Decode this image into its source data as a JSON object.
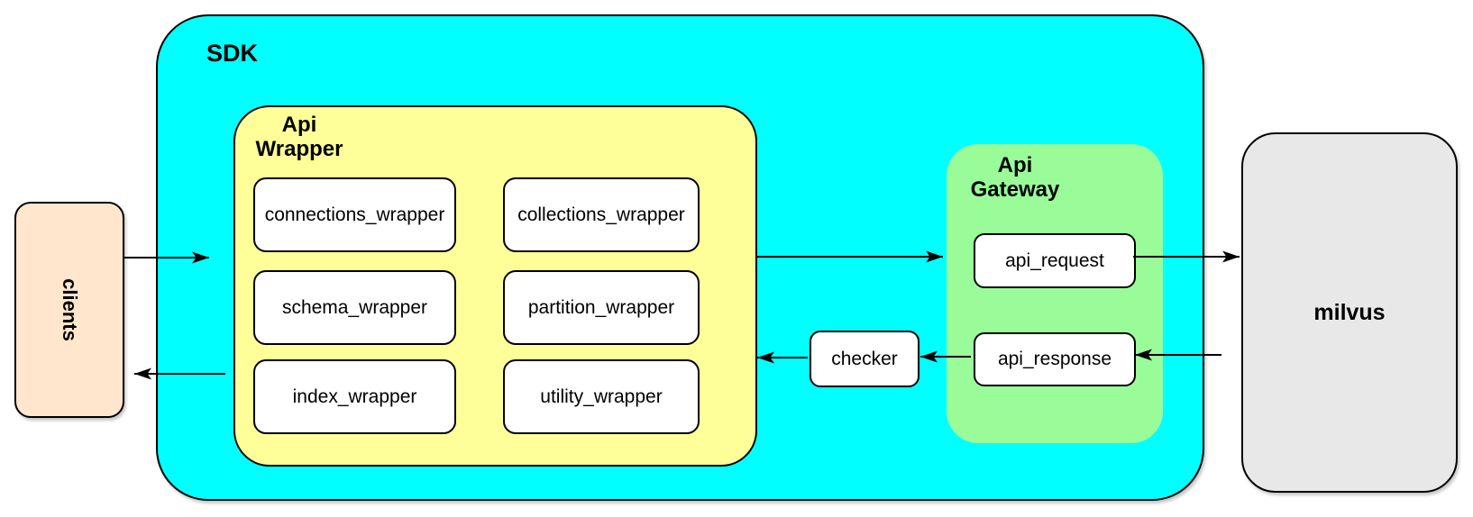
{
  "colors": {
    "page_bg": "#ffffff",
    "sdk_fill": "#00ffff",
    "wrapper_fill": "#ffff99",
    "gateway_fill": "#99fc99",
    "clients_fill": "#ffe6cc",
    "milvus_fill": "#e8e8e8",
    "box_fill": "#ffffff",
    "stroke": "#000000"
  },
  "nodes": {
    "clients": {
      "label": "clients"
    },
    "sdk": {
      "label": "SDK"
    },
    "api_wrapper": {
      "label": "Api Wrapper",
      "items": [
        "connections_wrapper",
        "collections_wrapper",
        "schema_wrapper",
        "partition_wrapper",
        "index_wrapper",
        "utility_wrapper"
      ]
    },
    "checker": {
      "label": "checker"
    },
    "api_gateway": {
      "label": "Api Gateway",
      "items": [
        "api_request",
        "api_response"
      ]
    },
    "milvus": {
      "label": "milvus"
    }
  }
}
